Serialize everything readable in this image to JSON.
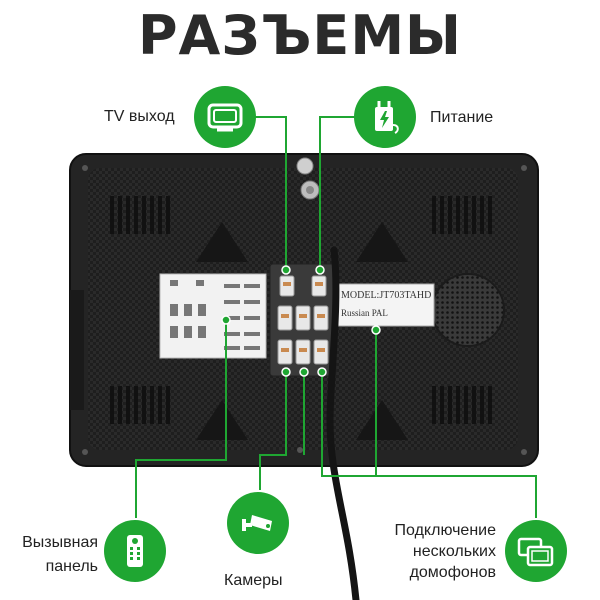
{
  "title": "РАЗЪЕМЫ",
  "labels": {
    "tv_out": "TV выход",
    "power": "Питание",
    "call_panel_line1": "Вызывная",
    "call_panel_line2": "панель",
    "cameras": "Камеры",
    "multi_line1": "Подключение",
    "multi_line2": "нескольких",
    "multi_line3": "домофонов"
  },
  "sticker": {
    "model": "MODEL:JT703TAHD",
    "standard": "Russian PAL"
  },
  "colors": {
    "accent": "#1fa632",
    "device": "#262626"
  },
  "icons": [
    "tv-icon",
    "power-adapter-icon",
    "doorbell-panel-icon",
    "camera-icon",
    "monitors-icon"
  ]
}
